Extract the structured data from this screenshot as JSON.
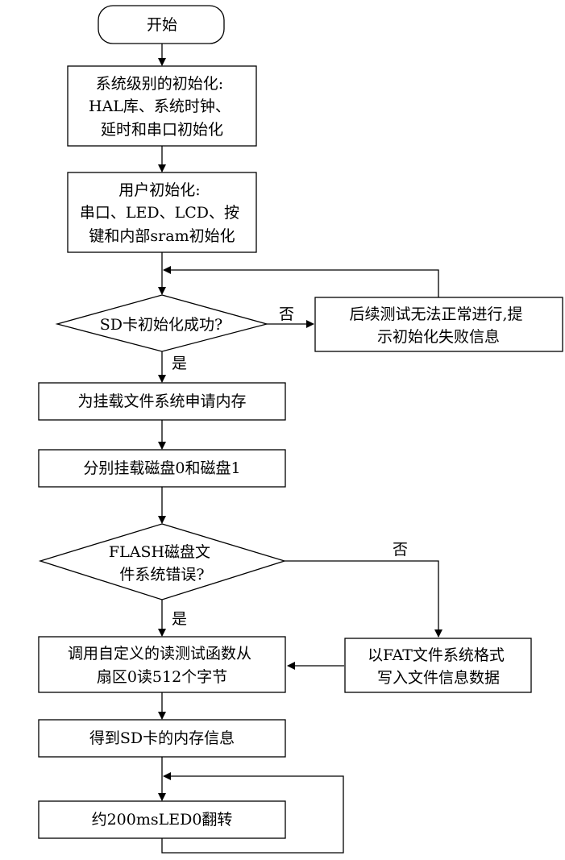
{
  "flowchart": {
    "start": "开始",
    "sys_init": [
      "系统级别的初始化:",
      "HAL库、系统时钟、",
      "延时和串口初始化"
    ],
    "user_init": [
      "用户初始化:",
      "串口、LED、LCD、按",
      "键和内部sram初始化"
    ],
    "sd_check": "SD卡初始化成功?",
    "sd_fail": [
      "后续测试无法正常进行,提",
      "示初始化失败信息"
    ],
    "alloc_mem": "为挂载文件系统申请内存",
    "mount": "分别挂载磁盘0和磁盘1",
    "flash_check": [
      "FLASH磁盘文",
      "件系统错误?"
    ],
    "format": [
      "以FAT文件系统格式",
      "写入文件信息数据"
    ],
    "read_sector": [
      "调用自定义的读测试函数从",
      "扇区0读512个字节"
    ],
    "get_info": "得到SD卡的内存信息",
    "led_toggle": "约200msLED0翻转",
    "yes": "是",
    "no": "否"
  }
}
